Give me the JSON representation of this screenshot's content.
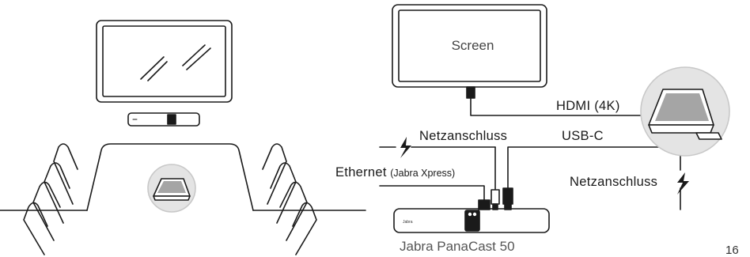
{
  "screen_label": "Screen",
  "labels": {
    "hdmi": "HDMI (4K)",
    "power_top": "Netzanschluss",
    "usb_c": "USB-C",
    "ethernet": "Ethernet",
    "ethernet_note": "(Jabra Xpress)",
    "power_right": "Netzanschluss"
  },
  "device_badge": "Jabra",
  "product_name": "Jabra PanaCast 50",
  "page_number": "16"
}
